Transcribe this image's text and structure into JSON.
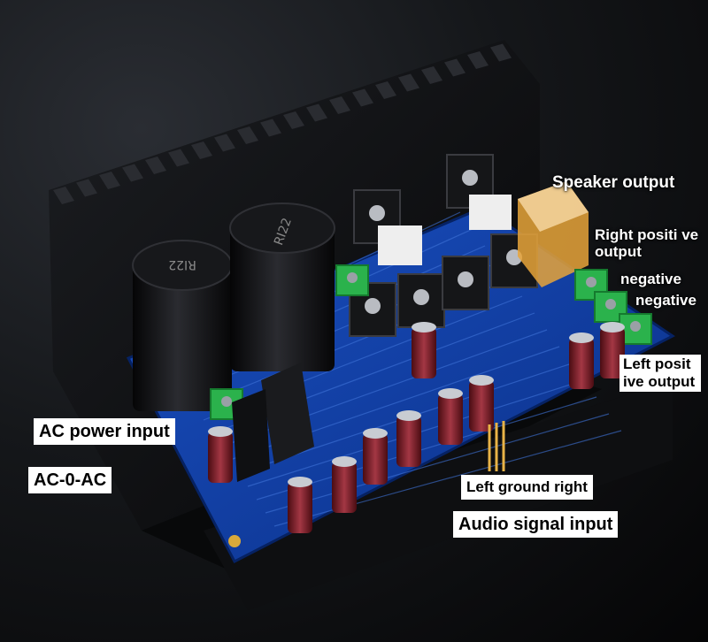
{
  "labels": {
    "speaker_output": "Speaker output",
    "right_positive": "Right positi ve output",
    "negative_1": "negative",
    "negative_2": "negative",
    "left_positive": "Left posit ive output",
    "ac_power_input": "AC power input",
    "ac_0_ac": "AC-0-AC",
    "left_ground_right": "Left ground right",
    "audio_signal_input": "Audio signal input"
  },
  "capacitor_marking": "RI22",
  "colors": {
    "pcb": "#0d3fa6",
    "heatsink": "#0b0c0e",
    "capacitor": "#101012",
    "cap_red": "#7a1a22",
    "terminal_green": "#2bb24c",
    "relay_orange": "#e7a43a"
  }
}
